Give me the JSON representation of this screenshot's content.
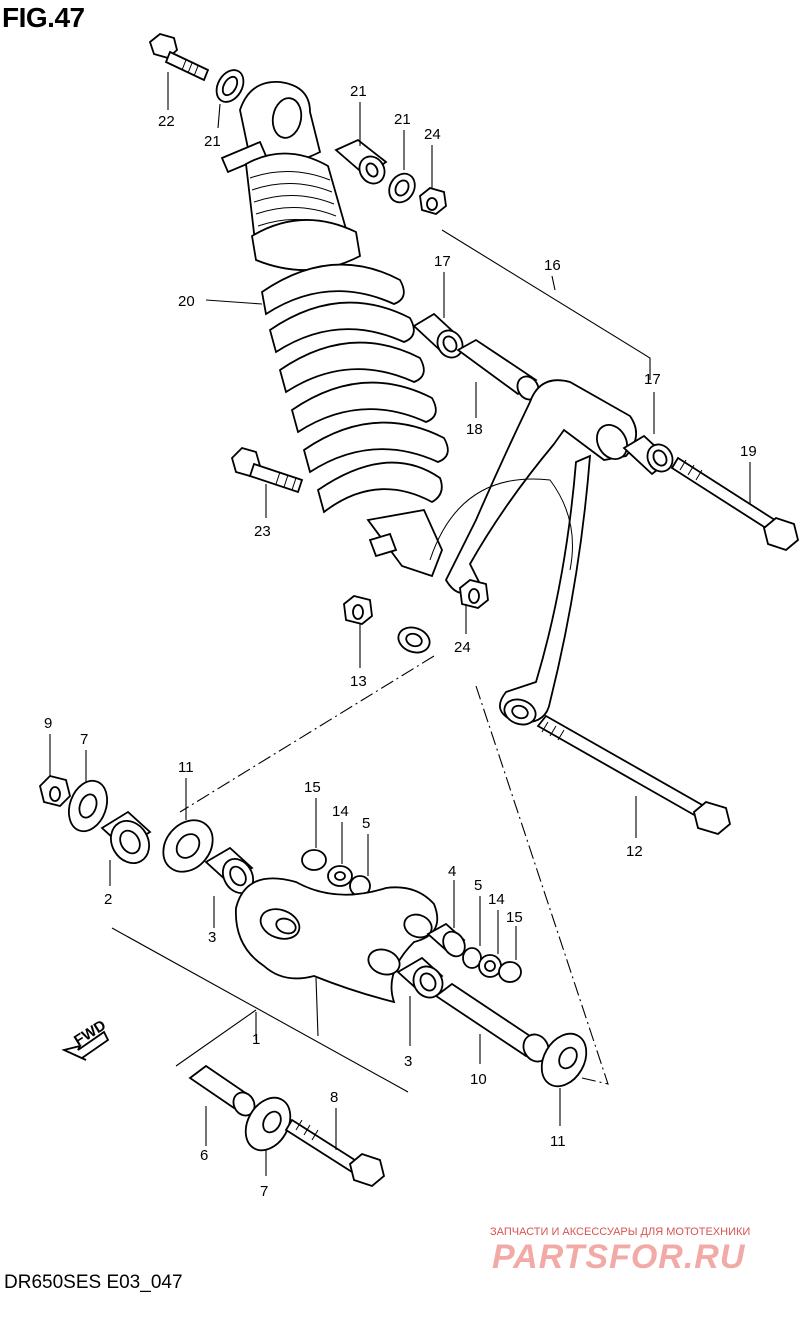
{
  "figure": {
    "title": "FIG.47",
    "code": "DR650SES E03_047"
  },
  "watermark": {
    "subtitle": "ЗАПЧАСТИ И АКСЕССУАРЫ ДЛЯ МОТОТЕХНИКИ",
    "brand": "PARTSFOR.RU"
  },
  "fwd_label": "FWD",
  "callouts": [
    {
      "id": "c22",
      "label": "22"
    },
    {
      "id": "c21a",
      "label": "21"
    },
    {
      "id": "c21b",
      "label": "21"
    },
    {
      "id": "c21c",
      "label": "21"
    },
    {
      "id": "c24a",
      "label": "24"
    },
    {
      "id": "c16",
      "label": "16"
    },
    {
      "id": "c17a",
      "label": "17"
    },
    {
      "id": "c17b",
      "label": "17"
    },
    {
      "id": "c20",
      "label": "20"
    },
    {
      "id": "c18",
      "label": "18"
    },
    {
      "id": "c19",
      "label": "19"
    },
    {
      "id": "c23",
      "label": "23"
    },
    {
      "id": "c13",
      "label": "13"
    },
    {
      "id": "c24b",
      "label": "24"
    },
    {
      "id": "c9",
      "label": "9"
    },
    {
      "id": "c7a",
      "label": "7"
    },
    {
      "id": "c11a",
      "label": "11"
    },
    {
      "id": "c15a",
      "label": "15"
    },
    {
      "id": "c14a",
      "label": "14"
    },
    {
      "id": "c5a",
      "label": "5"
    },
    {
      "id": "c12",
      "label": "12"
    },
    {
      "id": "c2",
      "label": "2"
    },
    {
      "id": "c3a",
      "label": "3"
    },
    {
      "id": "c4",
      "label": "4"
    },
    {
      "id": "c5b",
      "label": "5"
    },
    {
      "id": "c14b",
      "label": "14"
    },
    {
      "id": "c15b",
      "label": "15"
    },
    {
      "id": "c1",
      "label": "1"
    },
    {
      "id": "c3b",
      "label": "3"
    },
    {
      "id": "c10",
      "label": "10"
    },
    {
      "id": "c8",
      "label": "8"
    },
    {
      "id": "c11b",
      "label": "11"
    },
    {
      "id": "c6",
      "label": "6"
    },
    {
      "id": "c7b",
      "label": "7"
    }
  ]
}
